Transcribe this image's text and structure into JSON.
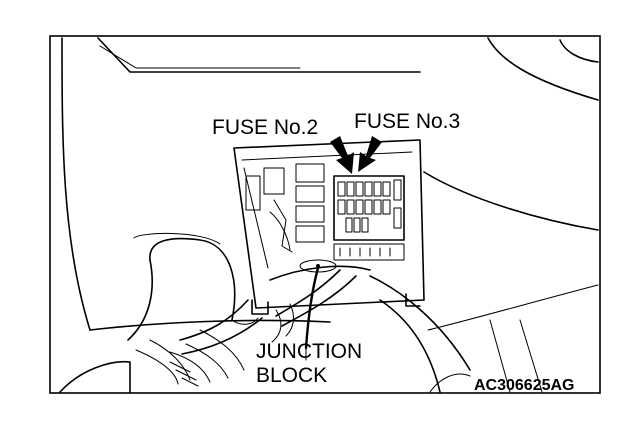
{
  "labels": {
    "fuse_2": "FUSE No.2",
    "fuse_3": "FUSE No.3",
    "junction_line1": "JUNCTION",
    "junction_line2": "BLOCK",
    "figure_code": "AC306625AG"
  },
  "colors": {
    "ink": "#000000",
    "paper": "#ffffff"
  }
}
